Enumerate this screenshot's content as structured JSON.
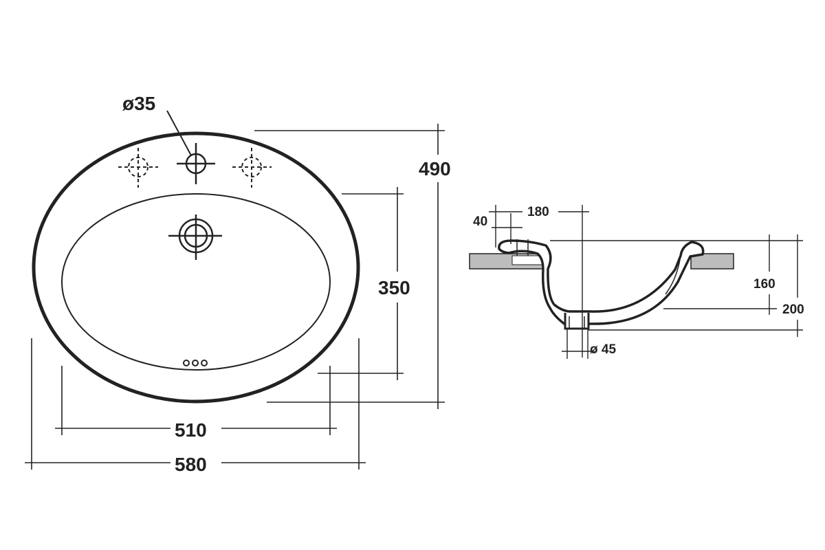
{
  "drawing": {
    "type": "technical-drawing",
    "views": [
      "plan",
      "section"
    ],
    "line_color": "#222222",
    "counter_color": "#bdbdbd",
    "plan": {
      "tap_hole": "ø35",
      "overall_depth": "490",
      "bowl_depth": "350",
      "bowl_width": "510",
      "overall_width": "580"
    },
    "section": {
      "rim": "40",
      "offset": "180",
      "bowl_height": "160",
      "overall_height": "200",
      "waste": "ø 45"
    }
  }
}
